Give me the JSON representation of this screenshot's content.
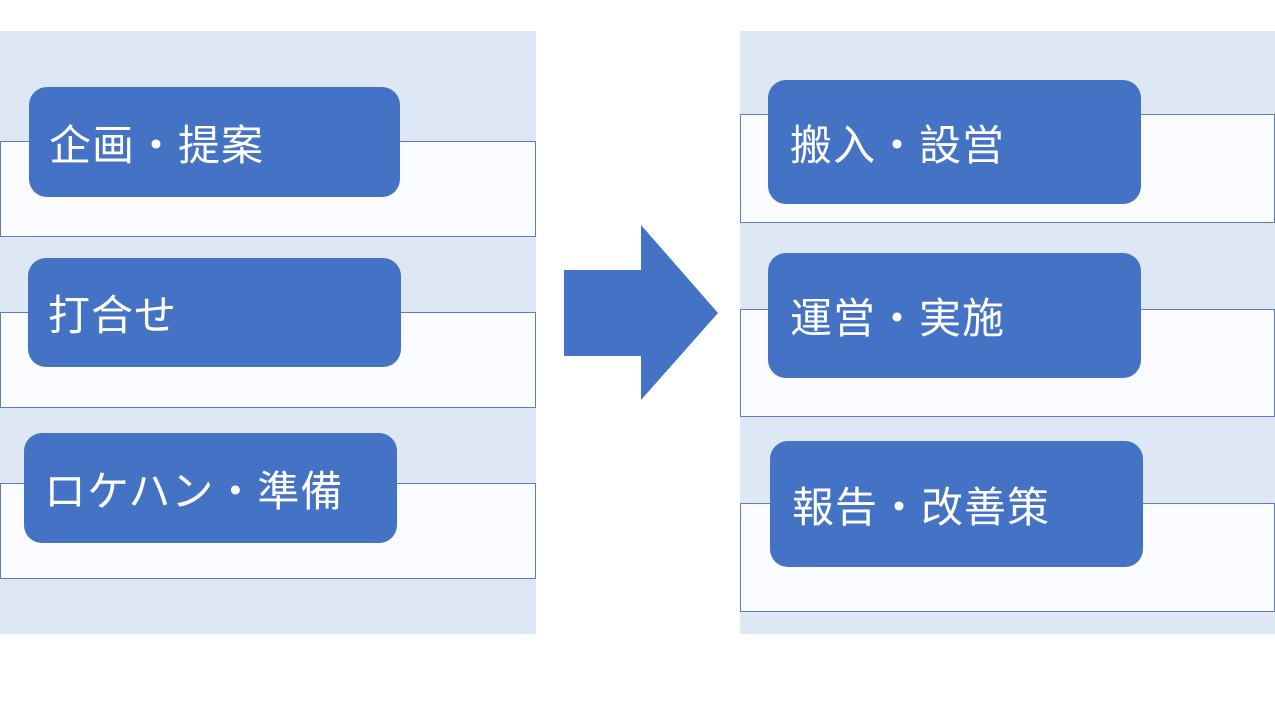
{
  "left_column": {
    "items": [
      {
        "label": "企画・提案"
      },
      {
        "label": "打合せ"
      },
      {
        "label": "ロケハン・準備"
      }
    ]
  },
  "right_column": {
    "items": [
      {
        "label": "搬入・設営"
      },
      {
        "label": "運営・実施"
      },
      {
        "label": "報告・改善策"
      }
    ]
  },
  "colors": {
    "accent": "#4472c4",
    "panel_background": "#dde8f4",
    "card_background": "#f9fbfe",
    "label_text": "#ffffff"
  },
  "arrow": {
    "direction": "right",
    "icon": "arrow-right-icon"
  }
}
